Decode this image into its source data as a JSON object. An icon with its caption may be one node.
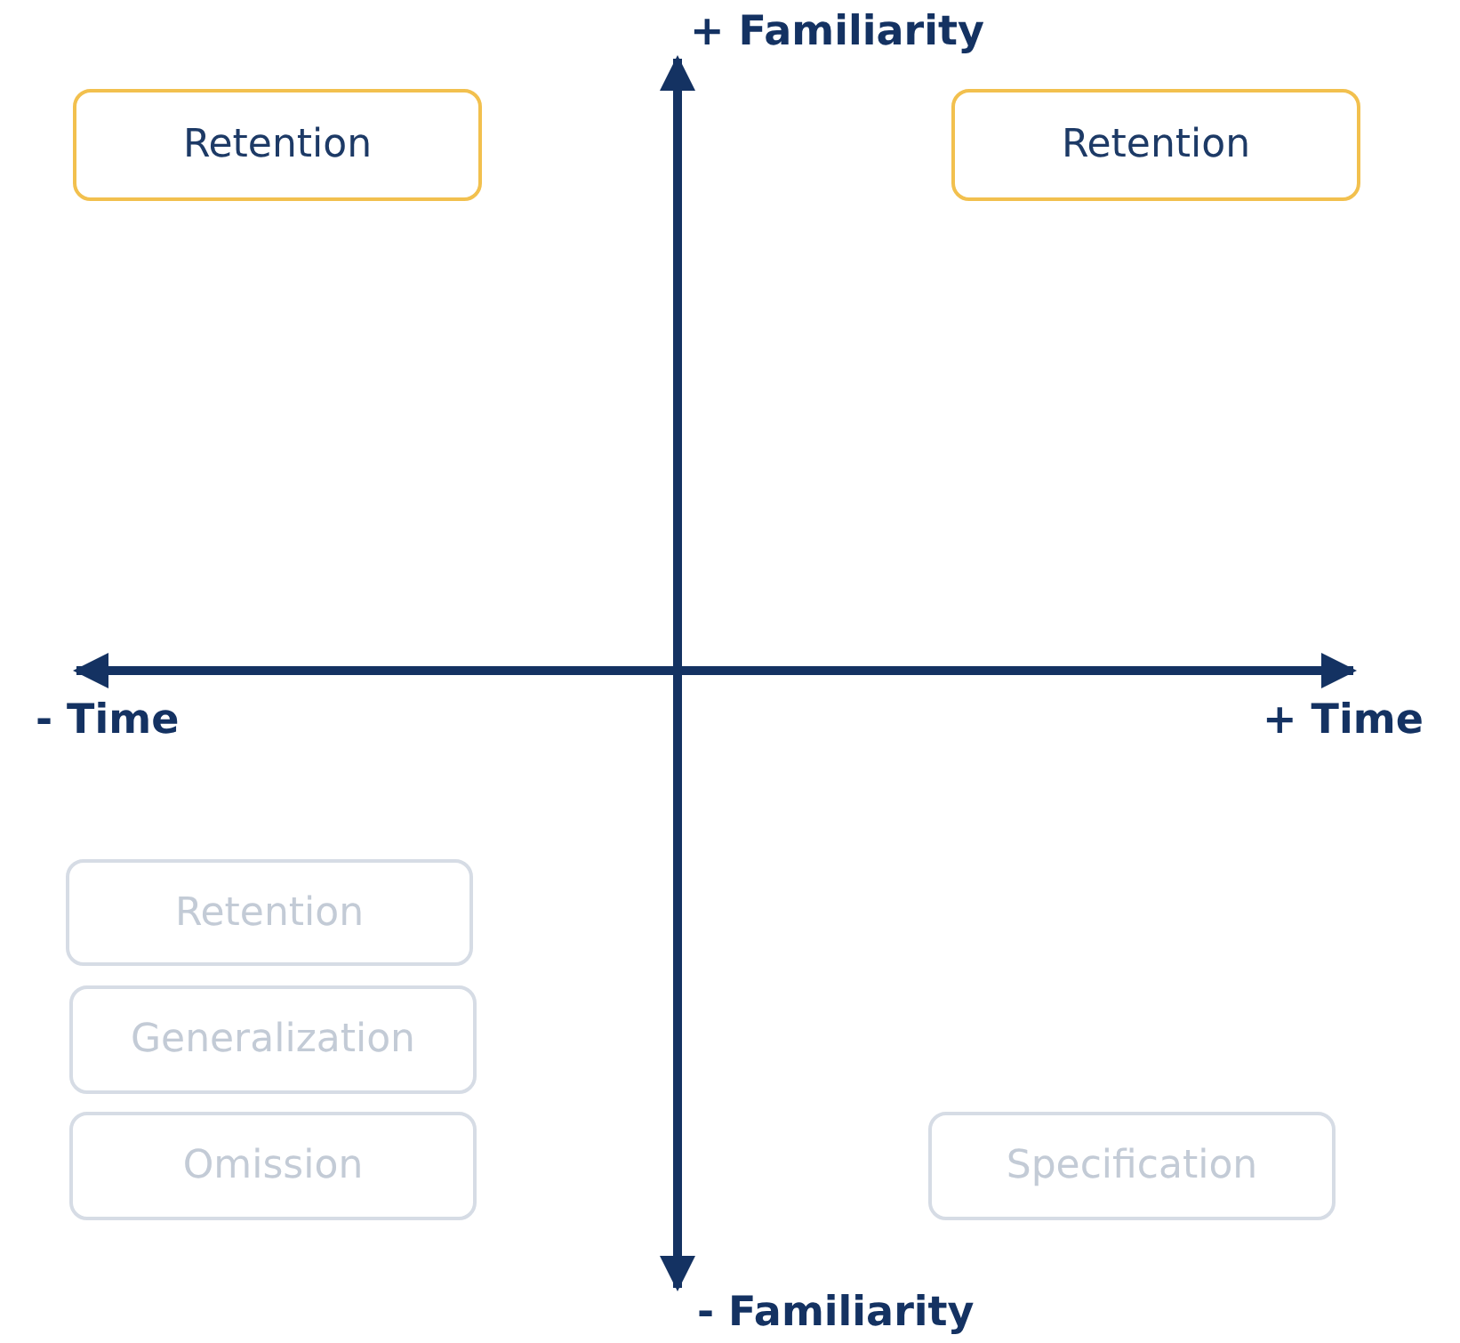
{
  "diagram": {
    "nodes": [
      {
        "text": [
          "Retention"
        ]
      },
      {
        "text": [
          "Retention"
        ]
      },
      {
        "text": [
          "Retention"
        ]
      },
      {
        "text": [
          "Generalization"
        ]
      },
      {
        "text": [
          "Omission"
        ]
      },
      {
        "text": [
          "Specification"
        ]
      }
    ],
    "labels": [
      "+ Familiarity",
      "- Time",
      "+ Time",
      "- Familiarity"
    ]
  }
}
